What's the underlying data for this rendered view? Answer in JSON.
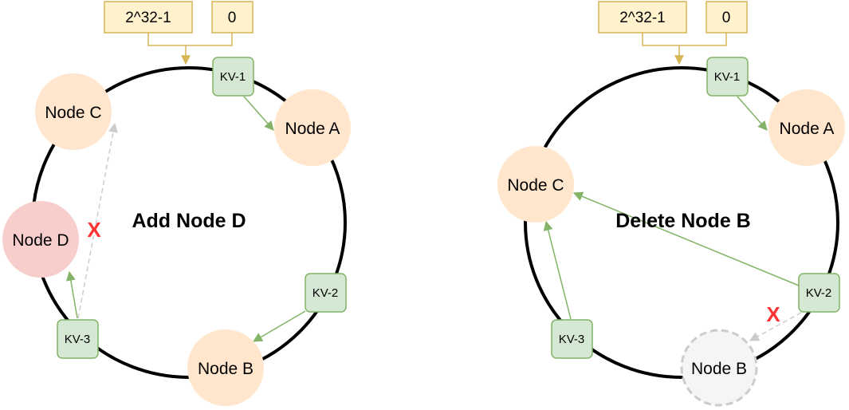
{
  "colors": {
    "ring": "#000000",
    "node_fill": "#ffe6cc",
    "node_new_fill": "#f8cecc",
    "node_removed_fill": "#f5f5f5",
    "node_removed_stroke": "#cccccc",
    "kv_fill": "#d5e8d4",
    "kv_stroke": "#82b366",
    "arrow_green": "#82b366",
    "arrow_dashed": "#cccccc",
    "range_fill": "#fff2cc",
    "range_stroke": "#d6b656",
    "x_mark": "#ff3333"
  },
  "left": {
    "title": "Add Node D",
    "range_max": "2^32-1",
    "range_zero": "0",
    "nodes": {
      "a": "Node A",
      "b": "Node B",
      "c": "Node C",
      "d": "Node D"
    },
    "kv": {
      "kv1": "KV-1",
      "kv2": "KV-2",
      "kv3": "KV-3"
    },
    "x_mark": "X"
  },
  "right": {
    "title": "Delete Node B",
    "range_max": "2^32-1",
    "range_zero": "0",
    "nodes": {
      "a": "Node A",
      "b": "Node B",
      "c": "Node C"
    },
    "kv": {
      "kv1": "KV-1",
      "kv2": "KV-2",
      "kv3": "KV-3"
    },
    "x_mark": "X"
  }
}
